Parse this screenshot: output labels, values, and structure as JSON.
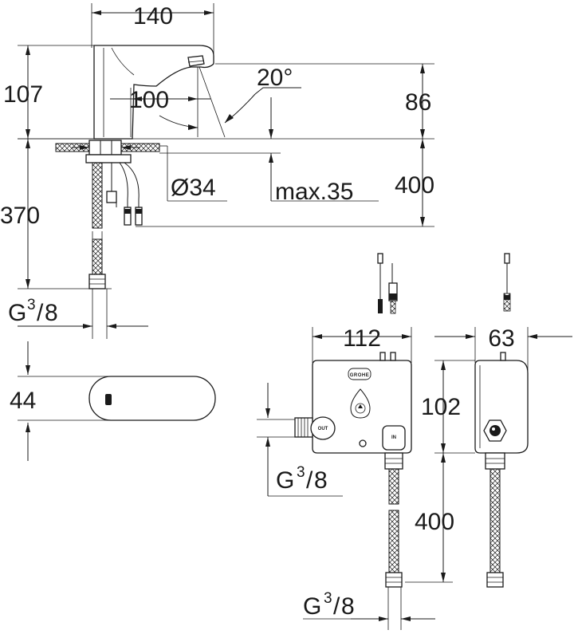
{
  "dimensions": {
    "faucet_width": "140",
    "faucet_height": "107",
    "spout_reach": "100",
    "spray_angle": "20°",
    "outlet_height": "86",
    "hole_diameter": "Ø34",
    "max_deck": "max.35",
    "hose_length_top": "400",
    "hose_length_bottom": "370",
    "spout_width": "44",
    "box_width": "112",
    "box_depth": "63",
    "box_height": "102",
    "box_hose_length": "400"
  },
  "thread": {
    "prefix": "G",
    "numerator": "3",
    "separator": "/",
    "denominator": "8"
  },
  "labels": {
    "out_port": "OUT",
    "in_port": "IN",
    "brand": "GROHE"
  }
}
